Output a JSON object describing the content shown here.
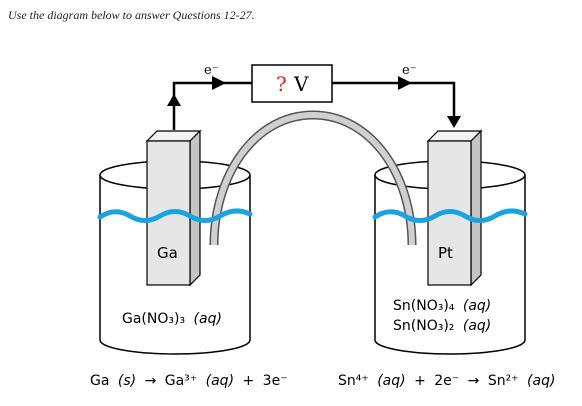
{
  "instruction": "Use the diagram below to answer Questions 12-27.",
  "voltmeter": {
    "question_mark": "?",
    "unit": "V",
    "question_color": "#e02020"
  },
  "electron_label": "e⁻",
  "left_cell": {
    "electrode": "Ga",
    "solution_main": "Ga(NO₃)₃",
    "solution_state": "(aq)",
    "half_reaction": {
      "reactant": "Ga",
      "reactant_state": "(s)",
      "arrow": "→",
      "product": "Ga³⁺",
      "product_state": "(aq)",
      "plus": "+",
      "electrons": "3e⁻"
    }
  },
  "right_cell": {
    "electrode": "Pt",
    "solution_1_main": "Sn(NO₃)₄",
    "solution_1_state": "(aq)",
    "solution_2_main": "Sn(NO₃)₂",
    "solution_2_state": "(aq)",
    "half_reaction": {
      "reactant": "Sn⁴⁺",
      "reactant_state": "(aq)",
      "plus": "+",
      "electrons": "2e⁻",
      "arrow": "→",
      "product": "Sn²⁺",
      "product_state": "(aq)"
    }
  },
  "colors": {
    "water": "#1aa3e0",
    "salt_bridge": "#9a9a9a",
    "electrode_front": "#e6e6e6",
    "electrode_side": "#c4c4c4",
    "wire": "#000000"
  }
}
